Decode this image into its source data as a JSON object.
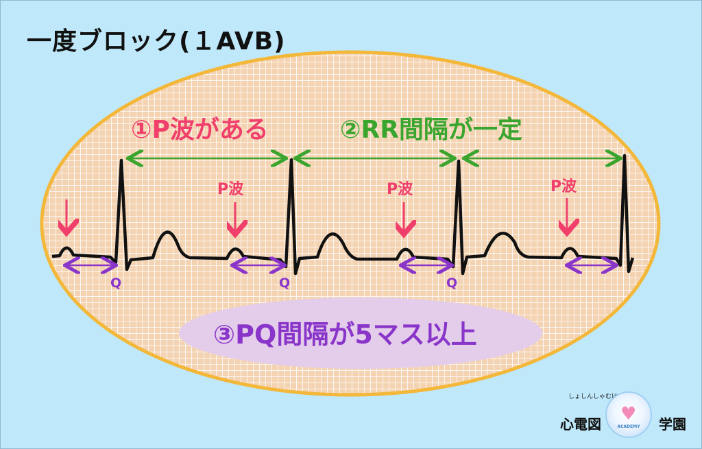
{
  "title": "一度ブロック(１AVB)",
  "labels": {
    "point1": "①P波がある",
    "point2": "②RR間隔が一定",
    "point3": "③PQ間隔が5マス以上",
    "p_wave": "P波",
    "q": "Q"
  },
  "logo": {
    "ruby": "しょしんしゃむけ",
    "left": "心電図",
    "right": "学園",
    "badge_text": "ACADEMY"
  },
  "colors": {
    "background": "#bfe9fb",
    "ellipse_fill": "#f4d3b2",
    "ellipse_border": "#f3b73a",
    "red": "#ef3f6a",
    "green": "#3aa52e",
    "purple": "#8a35c9",
    "highlight": "#e3cdea"
  },
  "icons": [
    "down-arrow-icon",
    "double-arrow-icon",
    "heart-icon"
  ]
}
